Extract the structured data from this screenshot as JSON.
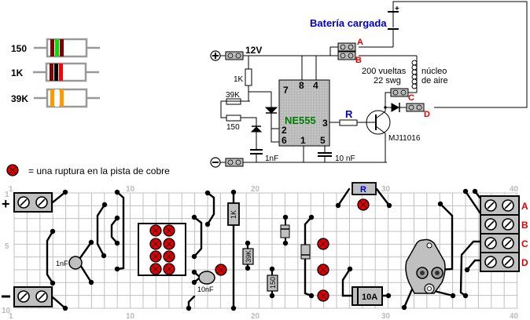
{
  "legend_resistors": {
    "items": [
      {
        "label": "150",
        "bands": [
          "#800000",
          "#00e000",
          "#800000"
        ]
      },
      {
        "label": "1K",
        "bands": [
          "#800000",
          "#000000",
          "#ff0000"
        ]
      },
      {
        "label": "39K",
        "bands": [
          "#ff8000",
          "#ffffff",
          "#ff8000"
        ]
      }
    ]
  },
  "schematic": {
    "battery_label": "Batería cargada",
    "battery_plus": "+",
    "supply_voltage": "12V",
    "plus_terminal": "+",
    "minus_terminal": "−",
    "r1_label": "1K",
    "r2_label": "39K",
    "r3_label": "150",
    "ic_label": "NE555",
    "ic_pins": {
      "p7": "7",
      "p8": "8",
      "p4": "4",
      "p2": "2",
      "p6": "6",
      "p1": "1",
      "p5": "5",
      "p3": "3"
    },
    "r_label": "R",
    "c1_label": "1nF",
    "c2_label": "10 nF",
    "transistor_label": "MJ11016",
    "coil_text_1": "200 vueltas",
    "coil_text_2": "22 swg",
    "core_text_1": "núcleo",
    "core_text_2": "de aire",
    "terminals": {
      "a": "A",
      "b": "B",
      "c": "C",
      "d": "D"
    }
  },
  "break_legend": {
    "text": "= una ruptura en la pista de cobre"
  },
  "board": {
    "col_labels": [
      "1",
      "10",
      "20",
      "30",
      "40"
    ],
    "row_labels": [
      "1",
      "5",
      "10"
    ],
    "plus_sign": "+",
    "minus_sign": "−",
    "components": {
      "c1": "1nF",
      "c2": "10nF",
      "r1k": "1K",
      "r39k": "39K",
      "r150": "150",
      "r": "R",
      "fuse": "10A"
    },
    "terminal_labels": [
      "A",
      "B",
      "C",
      "D"
    ]
  },
  "colors": {
    "label_blue": "#0000cc",
    "terminal_red": "#e00000",
    "ic_green": "#008000",
    "grid": "#c0c0c0",
    "component_gray": "#c0c0c0"
  }
}
